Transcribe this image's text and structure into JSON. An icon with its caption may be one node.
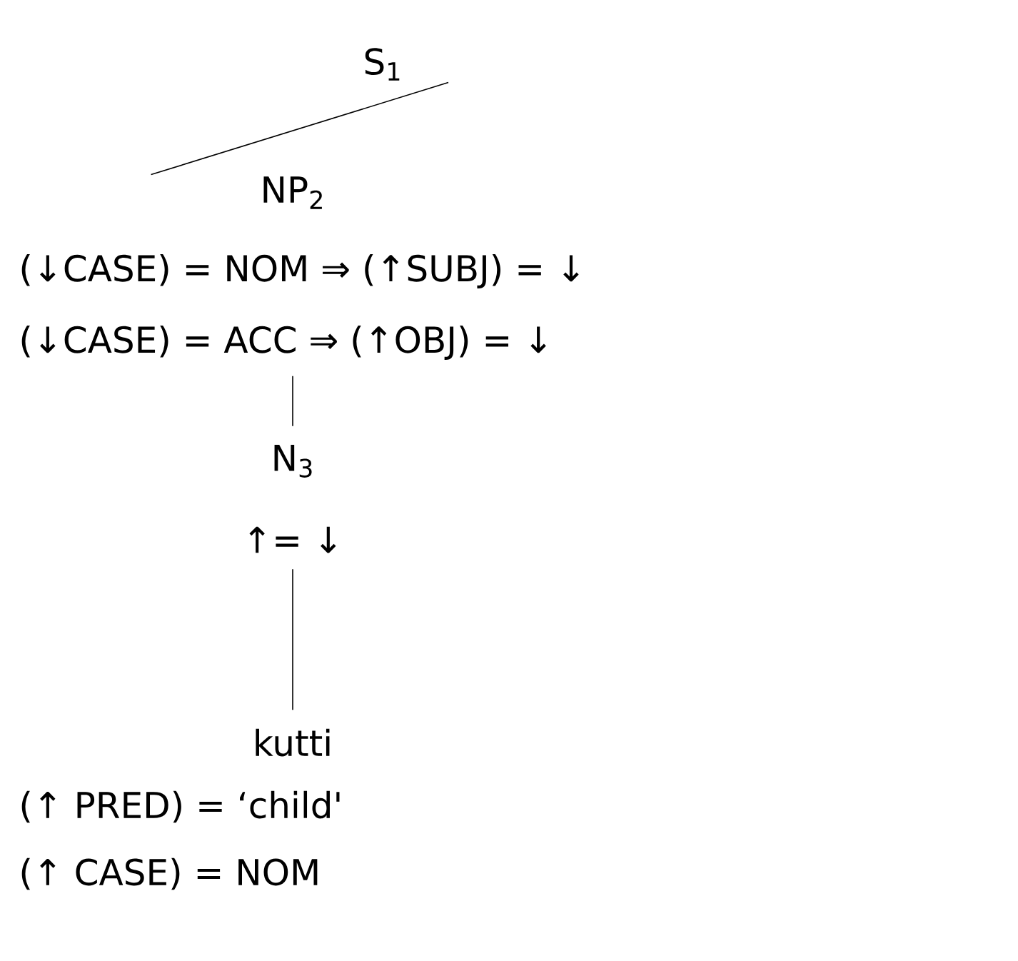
{
  "diagram": {
    "nodes": [
      {
        "text": [
          "S$_{1}$"
        ]
      },
      {
        "text": [
          "NP$_{2}$",
          "(↓CASE) = NOM ⇒ (↑SUBJ) = ↓",
          "(↓CASE) = ACC ⇒ (↑OBJ) = ↓"
        ]
      },
      {
        "text": [
          "N$_{3}$",
          "↑= ↓"
        ]
      },
      {
        "text": [
          "kutti",
          "(↑ PRED) = ‘child'",
          "(↑ CASE) = NOM"
        ]
      }
    ],
    "edges": [
      {
        "from": 0,
        "to": 1,
        "arrow": "none"
      },
      {
        "from": 1,
        "to": 2,
        "arrow": "none"
      },
      {
        "from": 2,
        "to": 3,
        "arrow": "none"
      }
    ]
  }
}
